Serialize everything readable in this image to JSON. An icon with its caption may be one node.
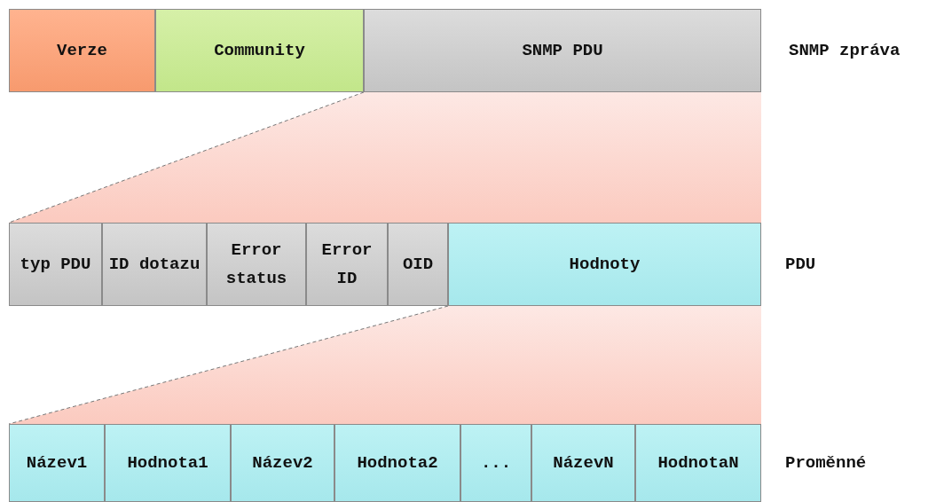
{
  "diagram": {
    "nodes": [
      {
        "text": [
          "Verze"
        ]
      },
      {
        "text": [
          "Community"
        ]
      },
      {
        "text": [
          "SNMP PDU"
        ]
      },
      {
        "text": [
          "typ PDU"
        ]
      },
      {
        "text": [
          "ID dotazu"
        ]
      },
      {
        "text": [
          "Error status"
        ]
      },
      {
        "text": [
          "Error ID"
        ]
      },
      {
        "text": [
          "OID"
        ]
      },
      {
        "text": [
          "Hodnoty"
        ]
      },
      {
        "text": [
          "Název1"
        ]
      },
      {
        "text": [
          "Hodnota1"
        ]
      },
      {
        "text": [
          "Název2"
        ]
      },
      {
        "text": [
          "Hodnota2"
        ]
      },
      {
        "text": [
          "..."
        ]
      },
      {
        "text": [
          "NázevN"
        ]
      },
      {
        "text": [
          "HodnotaN"
        ]
      }
    ],
    "edges": [],
    "labels": [
      "SNMP zpráva",
      "PDU",
      "Proměnné"
    ]
  }
}
